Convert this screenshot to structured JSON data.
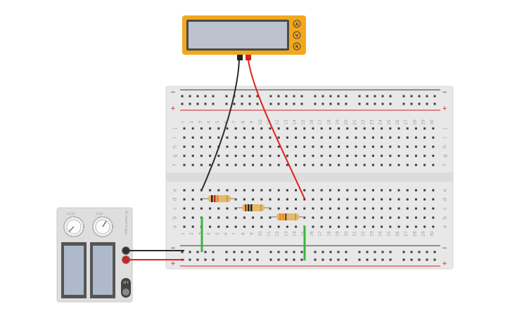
{
  "multimeter": {
    "buttons": [
      "A",
      "V",
      "R"
    ],
    "display": "",
    "body_color": "#F2A81D"
  },
  "breadboard": {
    "columns": [
      "1",
      "2",
      "3",
      "4",
      "5",
      "6",
      "7",
      "8",
      "9",
      "10",
      "11",
      "12",
      "13",
      "14",
      "15",
      "16",
      "17",
      "18",
      "19",
      "20",
      "21",
      "22",
      "23",
      "24",
      "25",
      "26",
      "27",
      "28",
      "29",
      "30"
    ],
    "top_rows": [
      "j",
      "i",
      "h",
      "g",
      "f"
    ],
    "bottom_rows": [
      "e",
      "d",
      "c",
      "b",
      "a"
    ],
    "rail_minus": "−",
    "rail_plus": "+"
  },
  "power_supply": {
    "dial_labels": [
      "0-12V",
      "0-5A"
    ],
    "side_label": "DC Power Supply",
    "switch_label": "OFF"
  },
  "colors": {
    "wire_black": "#2b2b2b",
    "wire_red": "#e0201b",
    "wire_green": "#3cb43c",
    "rail_red": "#d42020"
  }
}
